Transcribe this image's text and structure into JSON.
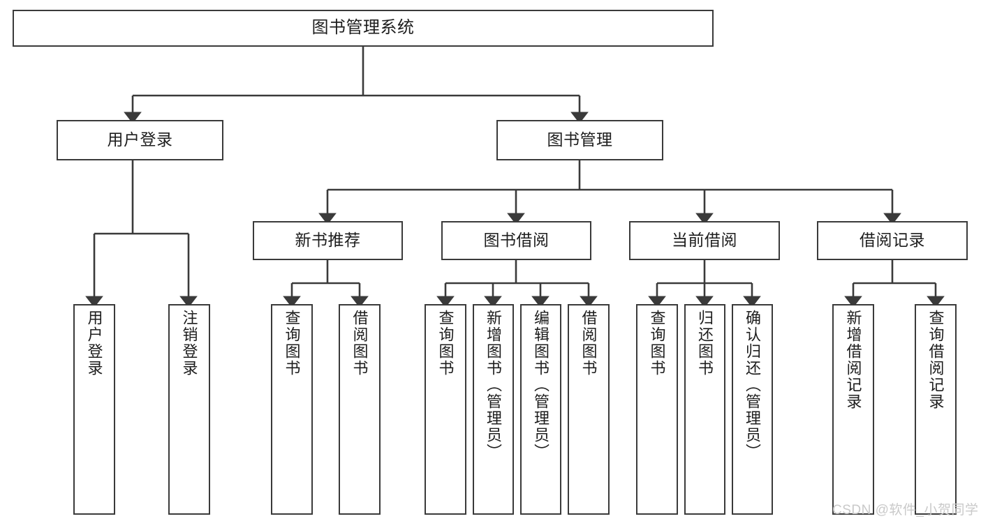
{
  "diagram": {
    "title": "图书管理系统",
    "type": "tree-hierarchy-diagram",
    "colors": {
      "stroke": "#3a3a3a",
      "fill": "#ffffff",
      "text": "#1d1d1d",
      "watermark": "#c9c9c9"
    }
  },
  "root": {
    "label": "图书管理系统"
  },
  "level2": [
    {
      "label": "用户登录"
    },
    {
      "label": "图书管理"
    }
  ],
  "level3": [
    {
      "label": "新书推荐"
    },
    {
      "label": "图书借阅"
    },
    {
      "label": "当前借阅"
    },
    {
      "label": "借阅记录"
    }
  ],
  "leaves": [
    {
      "label": "用户登录",
      "parent": "用户登录"
    },
    {
      "label": "注销登录",
      "parent": "用户登录"
    },
    {
      "label": "查询图书",
      "parent": "新书推荐"
    },
    {
      "label": "借阅图书",
      "parent": "新书推荐"
    },
    {
      "label": "查询图书",
      "parent": "图书借阅"
    },
    {
      "label": "新增图书（管理员）",
      "parent": "图书借阅"
    },
    {
      "label": "编辑图书（管理员）",
      "parent": "图书借阅"
    },
    {
      "label": "借阅图书",
      "parent": "图书借阅"
    },
    {
      "label": "查询图书",
      "parent": "当前借阅"
    },
    {
      "label": "归还图书",
      "parent": "当前借阅"
    },
    {
      "label": "确认归还（管理员）",
      "parent": "当前借阅"
    },
    {
      "label": "新增借阅记录",
      "parent": "借阅记录"
    },
    {
      "label": "查询借阅记录",
      "parent": "借阅记录"
    }
  ],
  "watermark": {
    "text": "CSDN @软件_小贺同学"
  }
}
